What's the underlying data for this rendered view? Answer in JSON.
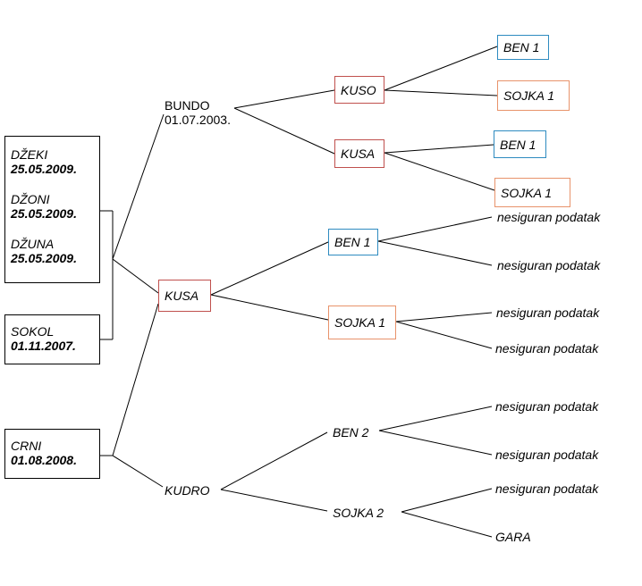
{
  "colors": {
    "line": "#000000",
    "red_box": "#c0504d",
    "blue_box": "#2e8bc0",
    "orange_box": "#e8936b"
  },
  "offspring": [
    {
      "name": "DŽEKI",
      "date": "25.05.2009."
    },
    {
      "name": "DŽONI",
      "date": "25.05.2009."
    },
    {
      "name": "DŽUNA",
      "date": "25.05.2009."
    }
  ],
  "sokol": {
    "name": "SOKOL",
    "date": "01.11.2007."
  },
  "crni": {
    "name": "CRNI",
    "date": "01.08.2008."
  },
  "bundo": {
    "name": "BUNDO",
    "date": "01.07.2003."
  },
  "kusa_mid": "KUSA",
  "kudro": "KUDRO",
  "kuso": "KUSO",
  "kusa_top": "KUSA",
  "ben1_mid": "BEN 1",
  "sojka1_mid": "SOJKA 1",
  "ben2": "BEN 2",
  "sojka2": "SOJKA 2",
  "leaf_ben1_a": "BEN 1",
  "leaf_sojka1_a": "SOJKA 1",
  "leaf_ben1_b": "BEN 1",
  "leaf_sojka1_b": "SOJKA 1",
  "unknown": [
    "nesiguran podatak",
    "nesiguran podatak",
    "nesiguran podatak",
    "nesiguran podatak",
    "nesiguran podatak",
    "nesiguran podatak",
    "nesiguran podatak"
  ],
  "gara": "GARA"
}
